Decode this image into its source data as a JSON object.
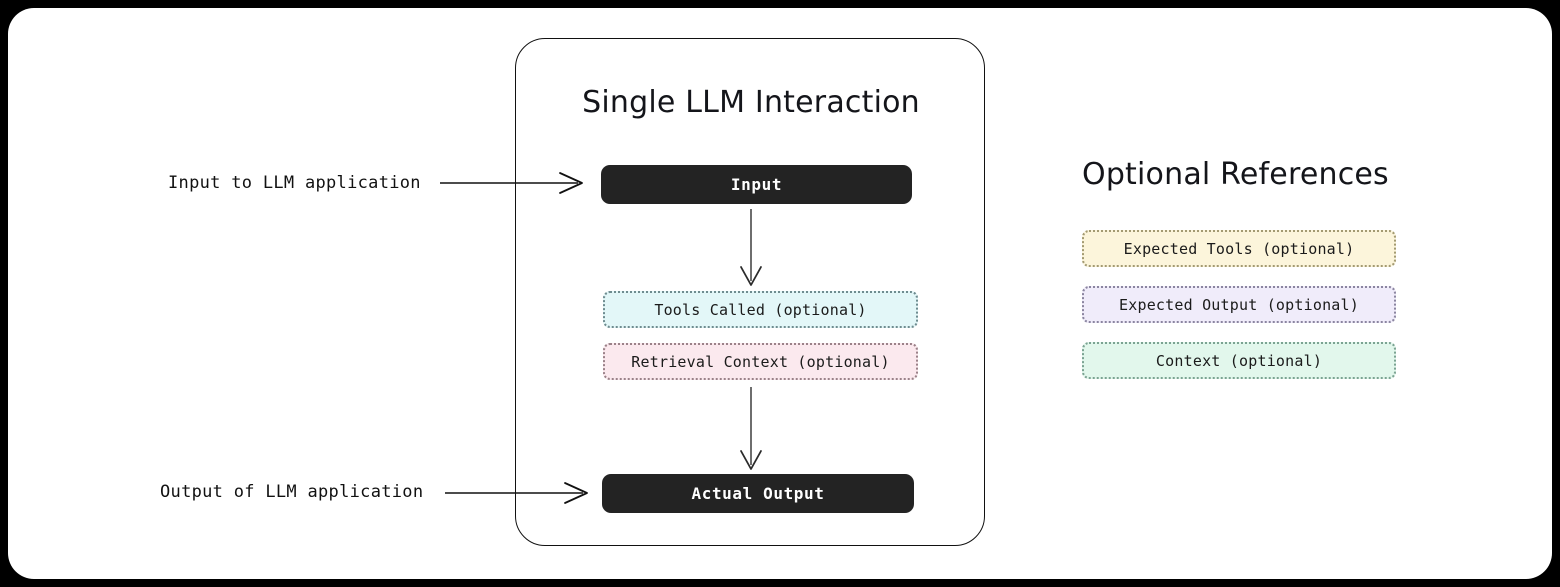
{
  "diagram": {
    "title_main": "Single LLM Interaction",
    "container_label": "Single LLM Interaction",
    "nodes": {
      "input": "Input",
      "tools_called": "Tools Called (optional)",
      "retrieval_context": "Retrieval Context (optional)",
      "actual_output": "Actual Output"
    },
    "annotations": {
      "input_label": "Input to LLM application",
      "output_label": "Output of LLM application"
    },
    "references": {
      "title": "Optional References",
      "items": [
        {
          "label": "Expected Tools (optional)",
          "color": "#fcf5db",
          "variant": "yellow"
        },
        {
          "label": "Expected Output (optional)",
          "color": "#f0ecfa",
          "variant": "purple"
        },
        {
          "label": "Context (optional)",
          "color": "#e2f7ec",
          "variant": "mint"
        }
      ]
    },
    "colors": {
      "page_background": "#000000",
      "canvas_background": "#ffffff",
      "node_dark": "#232323",
      "node_dark_text": "#ffffff",
      "tools_called_fill": "#e3f7f8",
      "retrieval_context_fill": "#fbe9ee",
      "border_stroke": "#111111",
      "dotted_stroke": "#8a8a8a"
    }
  }
}
